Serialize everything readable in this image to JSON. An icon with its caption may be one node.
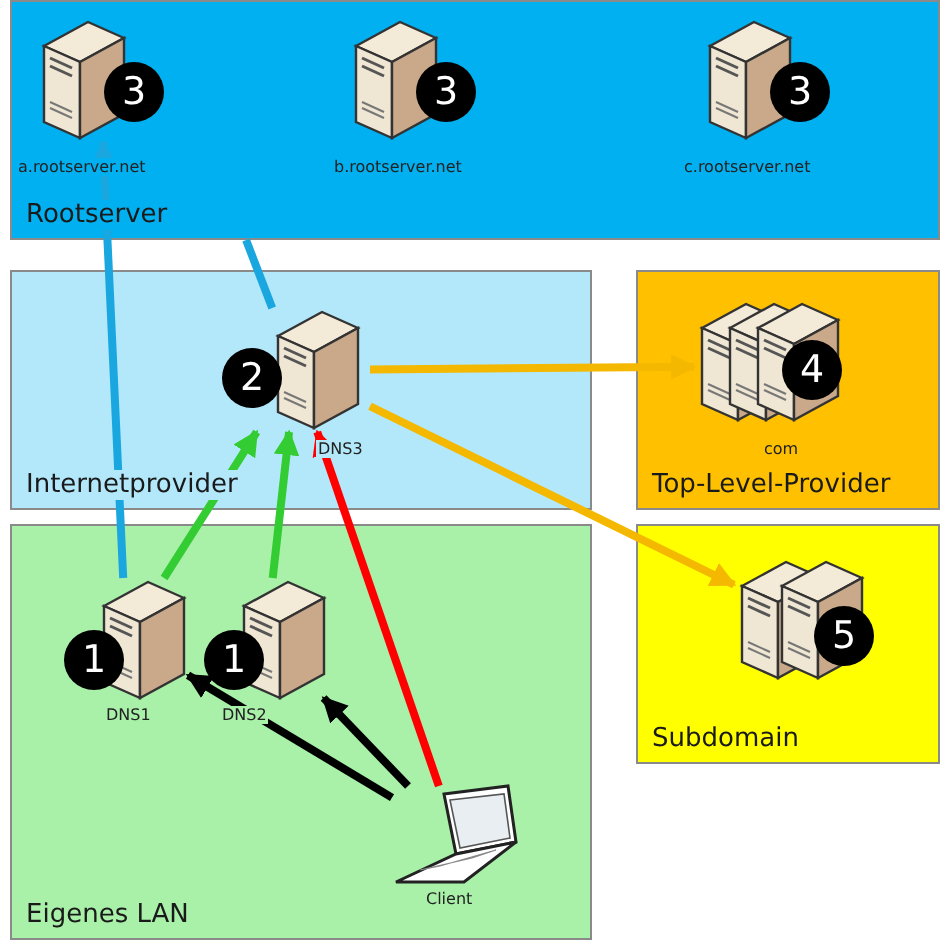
{
  "diagram": {
    "nodes": [
      {
        "text": [
          "Rootserver"
        ]
      },
      {
        "text": [
          "3"
        ],
        "beside": [
          "a.rootserver.net"
        ],
        "in": 0
      },
      {
        "text": [
          "3"
        ],
        "beside": [
          "b.rootserver.net"
        ],
        "in": 0
      },
      {
        "text": [
          "3"
        ],
        "beside": [
          "c.rootserver.net"
        ],
        "in": 0
      },
      {
        "text": [
          "Internetprovider"
        ]
      },
      {
        "text": [
          "2"
        ],
        "beside": [
          "DNS3"
        ],
        "in": 4
      },
      {
        "text": [
          "Top-Level-Provider"
        ]
      },
      {
        "text": [
          "4"
        ],
        "beside": [
          "com"
        ],
        "in": 6
      },
      {
        "text": [
          "Subdomain"
        ]
      },
      {
        "text": [
          "5"
        ],
        "in": 8
      },
      {
        "text": [
          "Eigenes LAN"
        ]
      },
      {
        "text": [
          "1"
        ],
        "beside": [
          "DNS1"
        ],
        "in": 10
      },
      {
        "text": [
          "1"
        ],
        "beside": [
          "DNS2"
        ],
        "in": 10
      },
      {
        "text": [],
        "shape": "laptop",
        "beside": [
          "Client"
        ],
        "in": 10
      }
    ],
    "edges": [
      {
        "from": 13,
        "to": 11,
        "arrow": "to",
        "color": "#000000"
      },
      {
        "from": 13,
        "to": 12,
        "arrow": "to",
        "color": "#000000"
      },
      {
        "from": 13,
        "to": 5,
        "arrow": "to",
        "color": "#ff0000"
      },
      {
        "from": 11,
        "to": 5,
        "arrow": "to",
        "color": "#33cc33"
      },
      {
        "from": 12,
        "to": 5,
        "arrow": "to",
        "color": "#33cc33"
      },
      {
        "from": 11,
        "to": 1,
        "arrow": "to",
        "color": "#1aa7e0"
      },
      {
        "from": 5,
        "to": 0,
        "arrow": "none",
        "color": "#1aa7e0"
      },
      {
        "from": 5,
        "to": 7,
        "arrow": "to",
        "color": "#f5b800"
      },
      {
        "from": 5,
        "to": 9,
        "arrow": "to",
        "color": "#f5b800"
      }
    ]
  }
}
